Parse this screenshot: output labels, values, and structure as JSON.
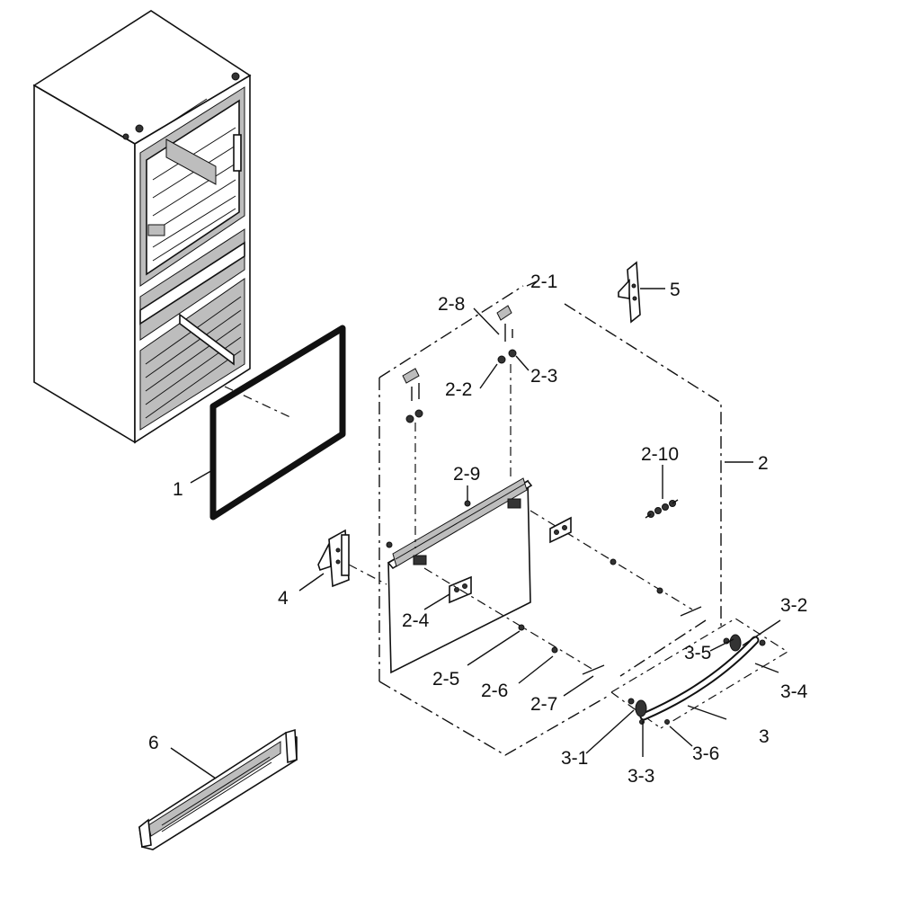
{
  "labels": {
    "part_1": "1",
    "part_2": "2",
    "part_2_1": "2-1",
    "part_2_2": "2-2",
    "part_2_3": "2-3",
    "part_2_4": "2-4",
    "part_2_5": "2-5",
    "part_2_6": "2-6",
    "part_2_7": "2-7",
    "part_2_8": "2-8",
    "part_2_9": "2-9",
    "part_2_10": "2-10",
    "part_3": "3",
    "part_3_1": "3-1",
    "part_3_2": "3-2",
    "part_3_3": "3-3",
    "part_3_4": "3-4",
    "part_3_5": "3-5",
    "part_3_6": "3-6",
    "part_4": "4",
    "part_5": "5",
    "part_6": "6"
  }
}
